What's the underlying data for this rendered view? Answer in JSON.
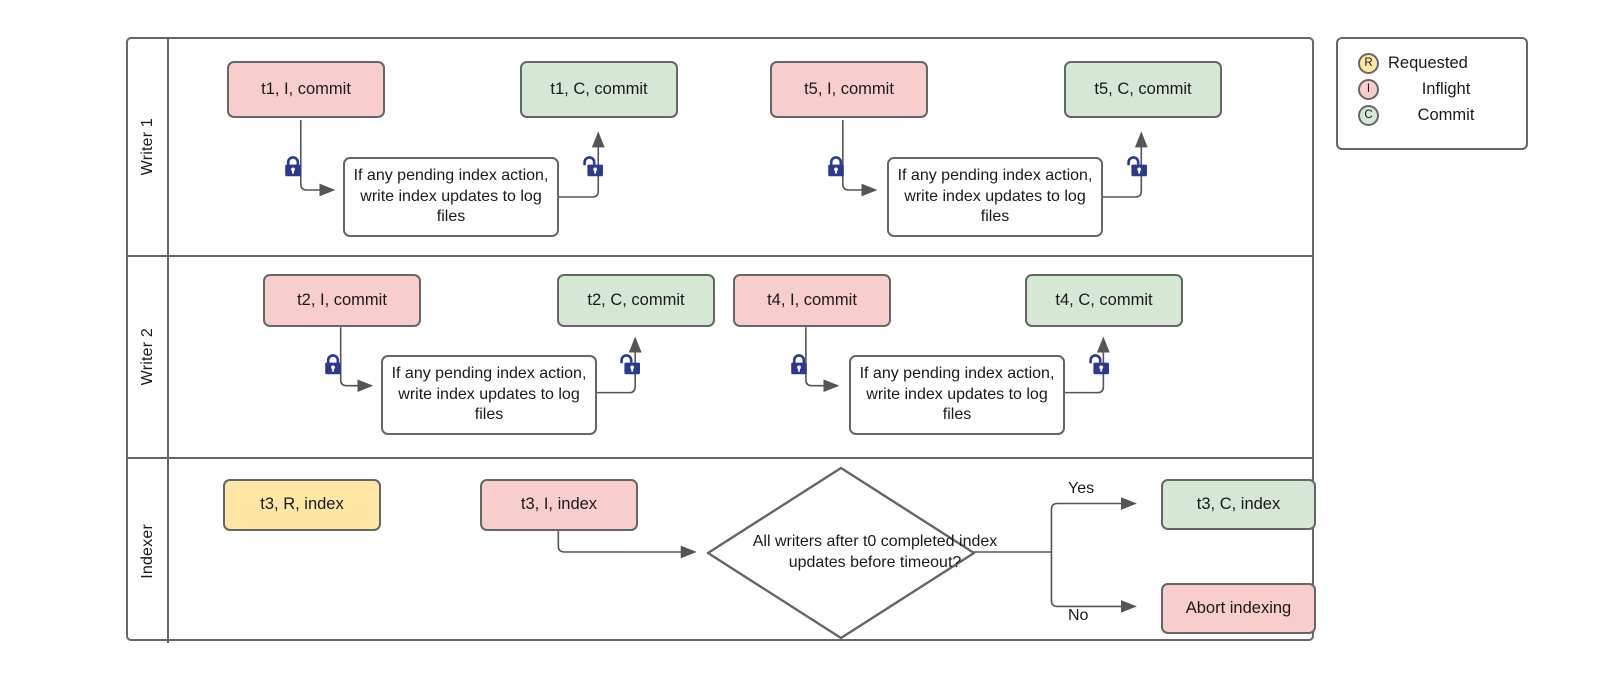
{
  "diagram": {
    "title": "Writer and indexer lock coordination swimlane diagram",
    "colors": {
      "red": "#f8cecc",
      "green": "#d5e8d4",
      "yellow": "#ffe6a4",
      "white": "#ffffff",
      "stroke": "#666666",
      "lock": "#2b3990",
      "text": "#1a1a1a"
    }
  },
  "lanes": [
    {
      "label": "Writer 1"
    },
    {
      "label": "Writer 2"
    },
    {
      "label": "Indexer"
    }
  ],
  "writer1": {
    "n1": "t1, I, commit",
    "n2": "If any pending index action, write index updates to log files",
    "n3": "t1, C, commit",
    "n4": "t5, I, commit",
    "n5": "If any pending index action, write index updates to log files",
    "n6": "t5, C, commit",
    "lock_closed_1": "lock-closed",
    "lock_open_1": "lock-open",
    "lock_closed_2": "lock-closed",
    "lock_open_2": "lock-open"
  },
  "writer2": {
    "n1": "t2, I, commit",
    "n2": "If any pending index action, write index updates to log files",
    "n3": "t2, C, commit",
    "n4": "t4, I, commit",
    "n5": "If any pending index action, write index updates to log files",
    "n6": "t4, C, commit",
    "lock_closed_1": "lock-closed",
    "lock_open_1": "lock-open",
    "lock_closed_2": "lock-closed",
    "lock_open_2": "lock-open"
  },
  "indexer": {
    "n1": "t3, R, index",
    "n2": "t3, I, index",
    "decision": "All writers after t0 completed index updates before timeout?",
    "yes_label": "Yes",
    "no_label": "No",
    "n_yes": "t3, C, index",
    "n_no": "Abort indexing"
  },
  "legend": [
    {
      "badge": "R",
      "label": "Requested"
    },
    {
      "badge": "I",
      "label": "Inflight"
    },
    {
      "badge": "C",
      "label": "Commit"
    }
  ]
}
